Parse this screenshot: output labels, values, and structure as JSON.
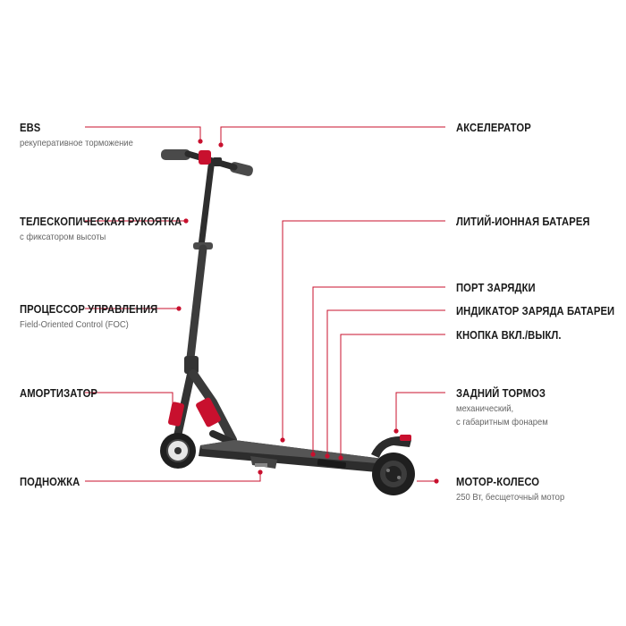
{
  "colors": {
    "accent": "#c8102e",
    "text": "#1a1a1a",
    "subtext": "#666666",
    "frame": "#3a3a3a"
  },
  "labels": [
    {
      "id": "ebs",
      "title": "EBS",
      "sub": "рекуперативное торможение"
    },
    {
      "id": "telescopic",
      "title": "ТЕЛЕСКОПИЧЕСКАЯ РУКОЯТКА",
      "sub": "с фиксатором высоты"
    },
    {
      "id": "processor",
      "title": "ПРОЦЕССОР УПРАВЛЕНИЯ",
      "sub": "Field-Oriented Control (FOC)"
    },
    {
      "id": "shock",
      "title": "АМОРТИЗАТОР",
      "sub": ""
    },
    {
      "id": "kickstand",
      "title": "ПОДНОЖКА",
      "sub": ""
    },
    {
      "id": "accelerator",
      "title": "АКСЕЛЕРАТОР",
      "sub": ""
    },
    {
      "id": "battery",
      "title": "ЛИТИЙ-ИОННАЯ БАТАРЕЯ",
      "sub": ""
    },
    {
      "id": "port",
      "title": "ПОРТ ЗАРЯДКИ",
      "sub": ""
    },
    {
      "id": "indicator",
      "title": "ИНДИКАТОР ЗАРЯДА БАТАРЕИ",
      "sub": ""
    },
    {
      "id": "power",
      "title": "КНОПКА ВКЛ./ВЫКЛ.",
      "sub": ""
    },
    {
      "id": "rearbrake",
      "title": "ЗАДНИЙ ТОРМОЗ",
      "sub": "механический,",
      "sub2": "с габаритным фонарем"
    },
    {
      "id": "motor",
      "title": "МОТОР-КОЛЕСО",
      "sub": "250 Вт, бесщеточный мотор"
    }
  ]
}
